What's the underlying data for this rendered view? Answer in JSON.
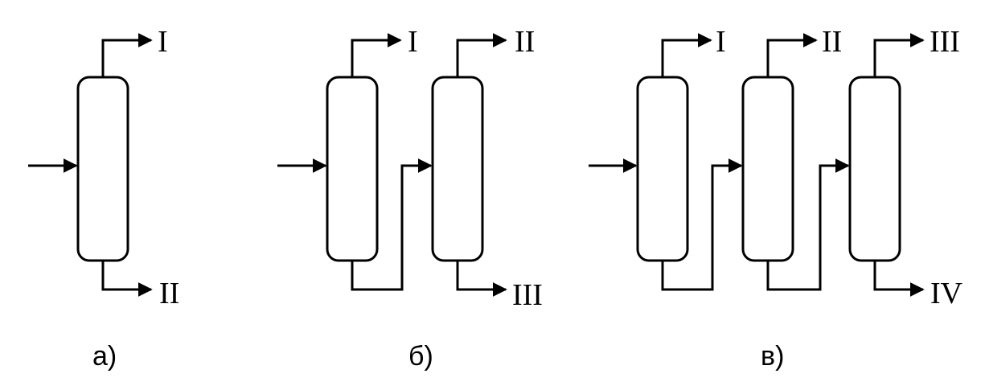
{
  "scheme_a": {
    "caption": "а)",
    "outputs": {
      "top": "I",
      "bottom": "II"
    }
  },
  "scheme_b": {
    "caption": "б)",
    "outputs": {
      "col1_top": "I",
      "col2_top": "II",
      "col2_bottom": "III"
    }
  },
  "scheme_v": {
    "caption": "в)",
    "outputs": {
      "col1_top": "I",
      "col2_top": "II",
      "col3_top": "III",
      "col3_bottom": "IV"
    }
  },
  "colors": {
    "line": "#000000",
    "background": "#ffffff"
  }
}
